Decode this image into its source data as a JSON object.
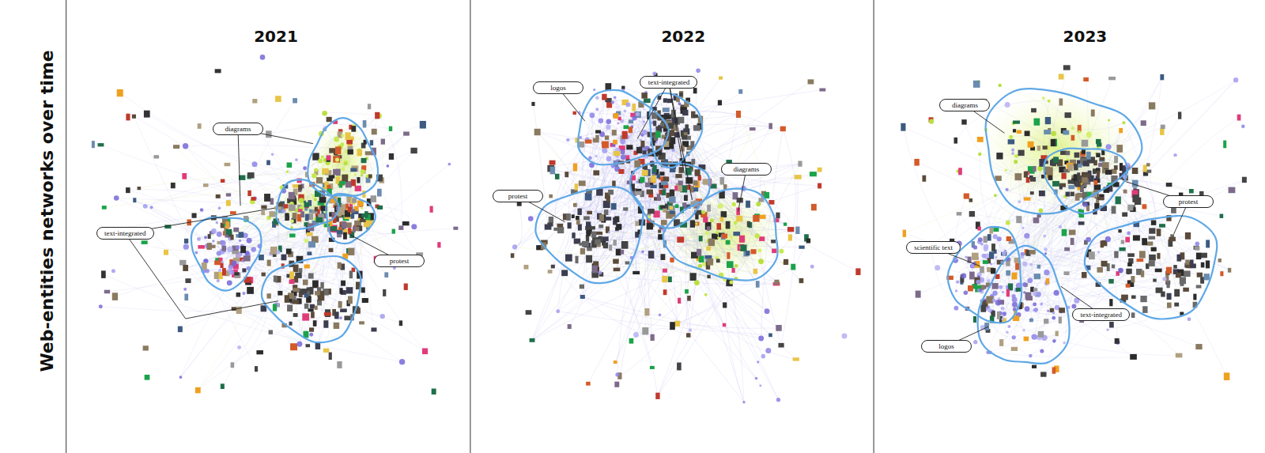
{
  "diagram": {
    "title": "Web-entities networks over time",
    "nodes": [
      {
        "text": [
          "diagrams"
        ]
      },
      {
        "text": [
          "text-integrated"
        ]
      },
      {
        "text": [
          "protest"
        ]
      },
      {
        "text": [
          "logos"
        ]
      },
      {
        "text": [
          "text-integrated"
        ]
      },
      {
        "text": [
          "protest"
        ]
      },
      {
        "text": [
          "diagrams"
        ]
      },
      {
        "text": [
          "diagrams"
        ]
      },
      {
        "text": [
          "protest"
        ]
      },
      {
        "text": [
          "scientific text"
        ]
      },
      {
        "text": [
          "text-integrated"
        ]
      },
      {
        "text": [
          "logos"
        ]
      }
    ],
    "labels": [
      "2021",
      "2022",
      "2023"
    ]
  }
}
